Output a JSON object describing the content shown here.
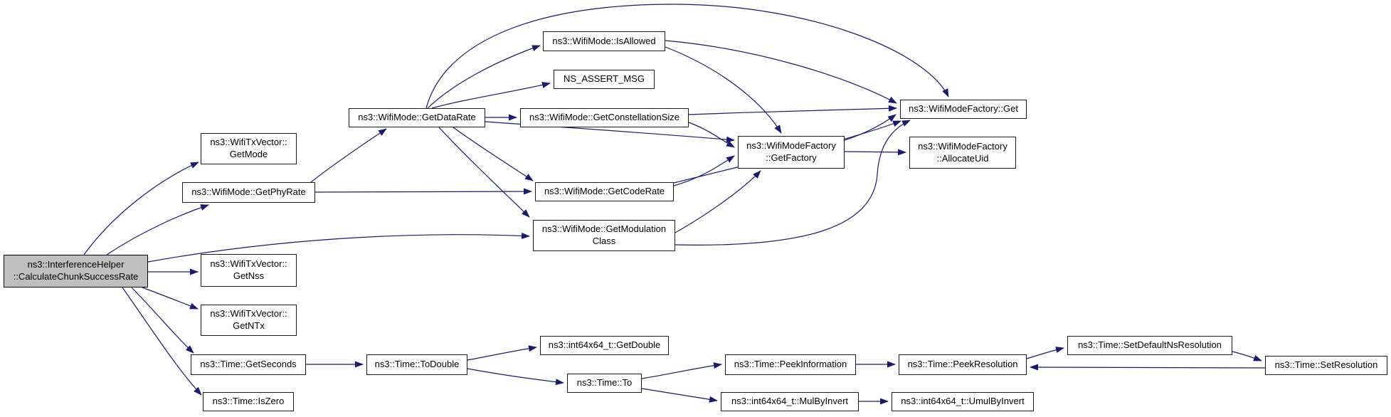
{
  "diagram": {
    "type": "doxygen-call-graph",
    "edge_color": "#191970",
    "node_fill": "#ffffff",
    "node_border_color": "#1a1a1a",
    "root_node_fill": "#bfbfbf",
    "root": "ns3::InterferenceHelper::CalculateChunkSuccessRate",
    "edges": [
      {
        "from": "root",
        "to": "get_mode"
      },
      {
        "from": "root",
        "to": "get_phy_rate"
      },
      {
        "from": "root",
        "to": "get_modulation_class"
      },
      {
        "from": "root",
        "to": "get_nss"
      },
      {
        "from": "root",
        "to": "get_ntx"
      },
      {
        "from": "root",
        "to": "get_seconds"
      },
      {
        "from": "root",
        "to": "is_zero"
      },
      {
        "from": "get_phy_rate",
        "to": "get_data_rate"
      },
      {
        "from": "get_phy_rate",
        "to": "get_code_rate"
      },
      {
        "from": "get_data_rate",
        "to": "is_allowed"
      },
      {
        "from": "get_data_rate",
        "to": "ns_assert_msg"
      },
      {
        "from": "get_data_rate",
        "to": "get_constellation_size"
      },
      {
        "from": "get_data_rate",
        "to": "get_factory"
      },
      {
        "from": "get_data_rate",
        "to": "factory_get"
      },
      {
        "from": "get_data_rate",
        "to": "get_code_rate"
      },
      {
        "from": "get_data_rate",
        "to": "get_modulation_class"
      },
      {
        "from": "is_allowed",
        "to": "get_factory"
      },
      {
        "from": "is_allowed",
        "to": "factory_get"
      },
      {
        "from": "get_constellation_size",
        "to": "factory_get"
      },
      {
        "from": "get_constellation_size",
        "to": "get_factory"
      },
      {
        "from": "get_code_rate",
        "to": "get_factory"
      },
      {
        "from": "get_code_rate",
        "to": "factory_get"
      },
      {
        "from": "get_modulation_class",
        "to": "get_factory"
      },
      {
        "from": "get_modulation_class",
        "to": "factory_get"
      },
      {
        "from": "get_factory",
        "to": "factory_get"
      },
      {
        "from": "get_factory",
        "to": "allocate_uid"
      },
      {
        "from": "get_seconds",
        "to": "to_double"
      },
      {
        "from": "to_double",
        "to": "get_double"
      },
      {
        "from": "to_double",
        "to": "time_to"
      },
      {
        "from": "time_to",
        "to": "peek_information"
      },
      {
        "from": "time_to",
        "to": "mul_by_invert"
      },
      {
        "from": "peek_information",
        "to": "peek_resolution"
      },
      {
        "from": "peek_resolution",
        "to": "set_default_ns_resolution"
      },
      {
        "from": "set_default_ns_resolution",
        "to": "set_resolution"
      },
      {
        "from": "set_resolution",
        "to": "peek_resolution"
      },
      {
        "from": "mul_by_invert",
        "to": "umul_by_invert"
      }
    ]
  },
  "nodes": {
    "root": {
      "label": "ns3::InterferenceHelper\n::CalculateChunkSuccessRate"
    },
    "get_mode": {
      "label": "ns3::WifiTxVector::\nGetMode"
    },
    "get_phy_rate": {
      "label": "ns3::WifiMode::GetPhyRate"
    },
    "get_data_rate": {
      "label": "ns3::WifiMode::GetDataRate"
    },
    "is_allowed": {
      "label": "ns3::WifiMode::IsAllowed"
    },
    "ns_assert_msg": {
      "label": "NS_ASSERT_MSG"
    },
    "get_constellation_size": {
      "label": "ns3::WifiMode::GetConstellationSize"
    },
    "get_code_rate": {
      "label": "ns3::WifiMode::GetCodeRate"
    },
    "get_modulation_class": {
      "label": "ns3::WifiMode::GetModulation\nClass"
    },
    "get_factory": {
      "label": "ns3::WifiModeFactory\n::GetFactory"
    },
    "factory_get": {
      "label": "ns3::WifiModeFactory::Get"
    },
    "allocate_uid": {
      "label": "ns3::WifiModeFactory\n::AllocateUid"
    },
    "get_nss": {
      "label": "ns3::WifiTxVector::\nGetNss"
    },
    "get_ntx": {
      "label": "ns3::WifiTxVector::\nGetNTx"
    },
    "get_seconds": {
      "label": "ns3::Time::GetSeconds"
    },
    "is_zero": {
      "label": "ns3::Time::IsZero"
    },
    "to_double": {
      "label": "ns3::Time::ToDouble"
    },
    "get_double": {
      "label": "ns3::int64x64_t::GetDouble"
    },
    "time_to": {
      "label": "ns3::Time::To"
    },
    "peek_information": {
      "label": "ns3::Time::PeekInformation"
    },
    "mul_by_invert": {
      "label": "ns3::int64x64_t::MulByInvert"
    },
    "peek_resolution": {
      "label": "ns3::Time::PeekResolution"
    },
    "umul_by_invert": {
      "label": "ns3::int64x64_t::UmulByInvert"
    },
    "set_default_ns_resolution": {
      "label": "ns3::Time::SetDefaultNsResolution"
    },
    "set_resolution": {
      "label": "ns3::Time::SetResolution"
    }
  }
}
